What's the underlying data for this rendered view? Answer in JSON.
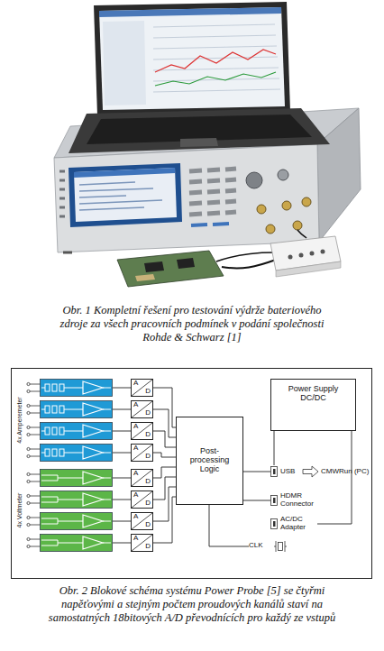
{
  "diagram": {
    "caption": "Obr. 2 Blokové schéma systému Power Probe [5] se čtyřmi napěťovými a stejným počtem proudových kanálů staví na samostatných 18bitových A/D převodnících pro každý ze vstupů",
    "nodes": [
      {
        "text": [
          "A",
          "D"
        ]
      },
      {
        "text": [
          "A",
          "D"
        ]
      },
      {
        "text": [
          "A",
          "D"
        ]
      },
      {
        "text": [
          "A",
          "D"
        ]
      },
      {
        "text": [
          "A",
          "D"
        ]
      },
      {
        "text": [
          "A",
          "D"
        ]
      },
      {
        "text": [
          "A",
          "D"
        ]
      },
      {
        "text": [
          "A",
          "D"
        ]
      },
      {
        "text": [
          "Post-processing Logic"
        ]
      },
      {
        "text": [
          "Power Supply DC/DC"
        ]
      },
      {
        "text": [
          "USB"
        ]
      },
      {
        "text": [
          "HDMR Connector"
        ]
      },
      {
        "text": [
          "AC/DC Adapter"
        ]
      },
      {
        "text": [
          "CLK"
        ]
      }
    ],
    "edges": [
      {
        "from": 0,
        "to": 8,
        "arrow": "none"
      },
      {
        "from": 1,
        "to": 8,
        "arrow": "none"
      },
      {
        "from": 2,
        "to": 8,
        "arrow": "none"
      },
      {
        "from": 3,
        "to": 8,
        "arrow": "none"
      },
      {
        "from": 4,
        "to": 8,
        "arrow": "none"
      },
      {
        "from": 5,
        "to": 8,
        "arrow": "none"
      },
      {
        "from": 6,
        "to": 8,
        "arrow": "none"
      },
      {
        "from": 7,
        "to": 8,
        "arrow": "none"
      },
      {
        "from": 8,
        "to": 10,
        "arrow": "none"
      },
      {
        "from": 8,
        "to": 11,
        "arrow": "none"
      },
      {
        "from": 9,
        "to": 10,
        "arrow": "none"
      },
      {
        "from": 12,
        "to": 9,
        "arrow": "none"
      },
      {
        "from": 13,
        "to": 8,
        "arrow": "none"
      }
    ],
    "labels": [
      "Obr. 1 Kompletní řešení pro testování výdrže bateriového zdroje za všech pracovních podmínek v podání společnosti Rohde & Schwarz [1]",
      "4x Amperemeter",
      "4x Voltmeter",
      "CMWRun (PC)"
    ]
  }
}
